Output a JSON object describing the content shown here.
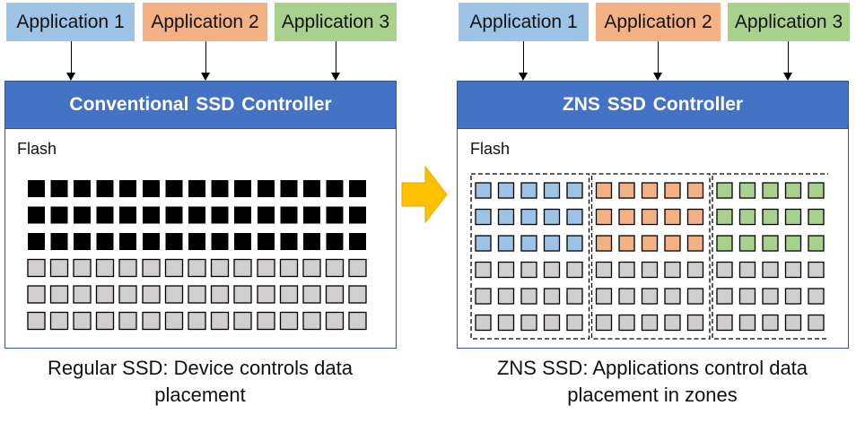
{
  "left": {
    "apps": [
      {
        "label": "Application 1",
        "color": "#9dc3e6"
      },
      {
        "label": "Application 2",
        "color": "#f4b183"
      },
      {
        "label": "Application 3",
        "color": "#a9d18e"
      }
    ],
    "controller_title": "Conventional SSD Controller",
    "flash_label": "Flash",
    "caption_line1": "Regular SSD: Device controls data",
    "caption_line2": "placement",
    "filled_rows": 3,
    "rows": 6,
    "cols": 15
  },
  "right": {
    "apps": [
      {
        "label": "Application 1",
        "color": "#9dc3e6"
      },
      {
        "label": "Application 2",
        "color": "#f4b183"
      },
      {
        "label": "Application 3",
        "color": "#a9d18e"
      }
    ],
    "controller_title": "ZNS SSD Controller",
    "flash_label": "Flash",
    "caption_line1": "ZNS SSD: Applications control data",
    "caption_line2": "placement in zones",
    "filled_rows": 3,
    "rows": 6,
    "cols": 15,
    "zones": 3
  },
  "colors": {
    "block_filled": "#000000",
    "block_empty": "#d0cece",
    "controller": "#4472c4",
    "transition_arrow": "#ffc000"
  }
}
